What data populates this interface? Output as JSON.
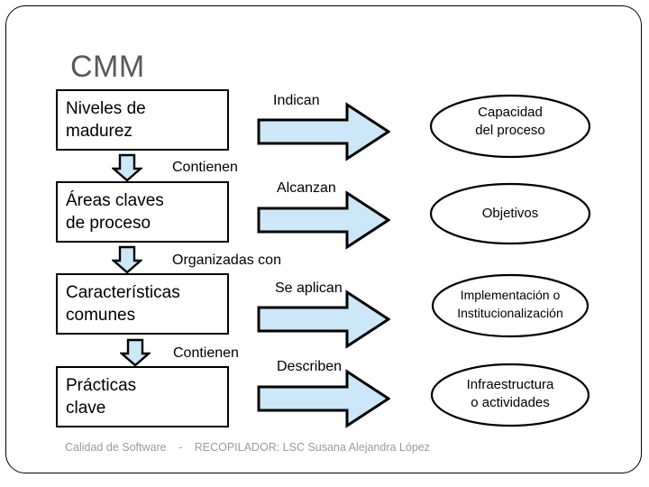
{
  "slide": {
    "title": "CMM",
    "background_color": "#ffffff",
    "frame_color": "#000000",
    "title_color": "#595959"
  },
  "palette": {
    "arrow_fill": "#cce7f7",
    "arrow_stroke": "#000000",
    "box_stroke": "#000000",
    "ellipse_stroke": "#000000",
    "ellipse_fill": "#ffffff",
    "footer_text": "#9a9a9a"
  },
  "rows": [
    {
      "box_label": "Niveles de\nmadurez",
      "arrow_label": "Indican",
      "ellipse_label": "Capacidad\ndel proceso",
      "ellipse_font_size": "15px"
    },
    {
      "box_label": "Áreas claves\nde proceso",
      "arrow_label": "Alcanzan",
      "ellipse_label": "Objetivos",
      "ellipse_font_size": "15px"
    },
    {
      "box_label": "Características\ncomunes",
      "arrow_label": "Se aplican",
      "ellipse_label": "Implementación o\nInstitucionalización",
      "ellipse_font_size": "14px"
    },
    {
      "box_label": "Prácticas\nclave",
      "arrow_label": "Describen",
      "ellipse_label": "Infraestructura\no actividades",
      "ellipse_font_size": "15px"
    }
  ],
  "connectors": [
    {
      "label": "Contienen"
    },
    {
      "label": "Organizadas con"
    },
    {
      "label": "Contienen"
    }
  ],
  "footer": {
    "course": "Calidad de Software",
    "separator": "-",
    "credit": "RECOPILADOR: LSC Susana Alejandra López"
  }
}
